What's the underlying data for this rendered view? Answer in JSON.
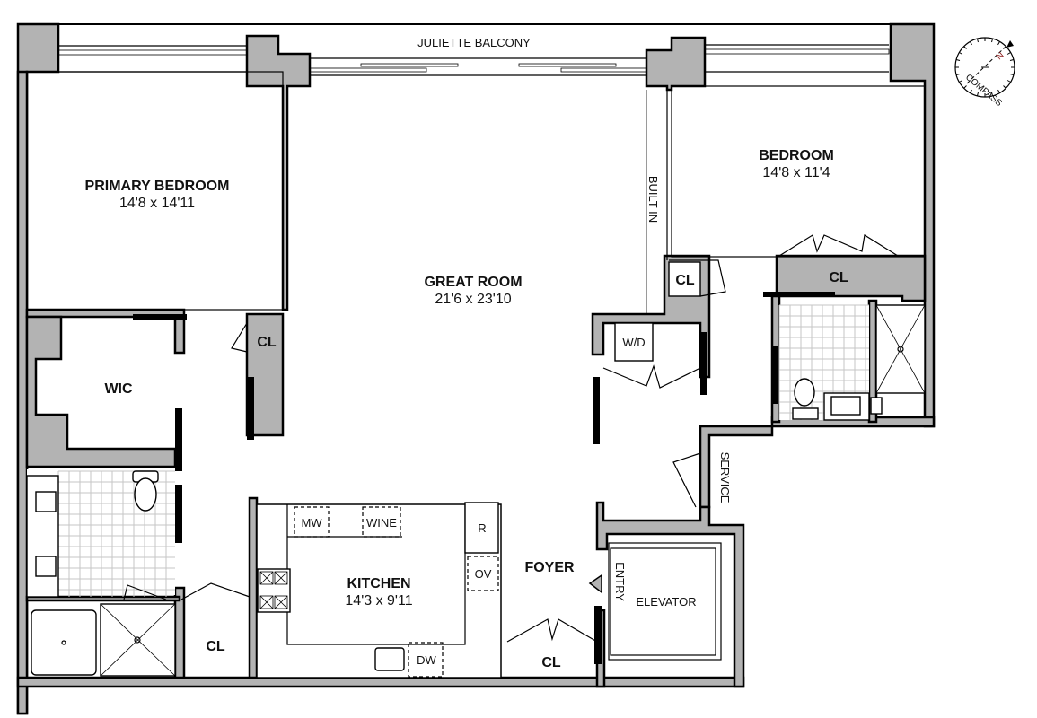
{
  "floorplan": {
    "balcony_label": "JULIETTE BALCONY",
    "built_in_label": "BUILT IN",
    "service_label": "SERVICE",
    "entry_label": "ENTRY",
    "compass": {
      "label": "COMPASS",
      "north": "N"
    },
    "rooms": {
      "primary_bedroom": {
        "name": "PRIMARY BEDROOM",
        "dims": "14'8 x 14'11"
      },
      "great_room": {
        "name": "GREAT ROOM",
        "dims": "21'6 x 23'10"
      },
      "bedroom": {
        "name": "BEDROOM",
        "dims": "14'8 x 11'4"
      },
      "kitchen": {
        "name": "KITCHEN",
        "dims": "14'3 x 9'11"
      },
      "wic": {
        "name": "WIC"
      },
      "foyer": {
        "name": "FOYER"
      },
      "elevator": {
        "name": "ELEVATOR"
      }
    },
    "closets": {
      "primary_cl": "CL",
      "bath_cl": "CL",
      "foyer_cl": "CL",
      "hall_cl": "CL",
      "bedroom_cl": "CL"
    },
    "appliances": {
      "microwave": "MW",
      "wine": "WINE",
      "refrigerator": "R",
      "oven": "OV",
      "dishwasher": "DW",
      "washer_dryer": "W/D"
    },
    "colors": {
      "wall": "#b3b3b3",
      "line": "#000000",
      "tile": "#c6c6c6"
    }
  }
}
